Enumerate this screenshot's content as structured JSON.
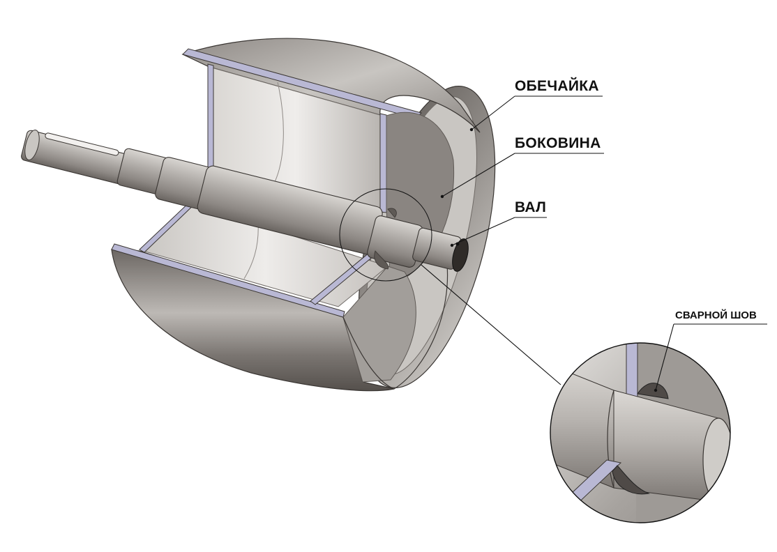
{
  "labels": {
    "shell": "ОБЕЧАЙКА",
    "side_wall": "БОКОВИНА",
    "shaft": "ВАЛ",
    "weld_seam": "СВАРНОЙ ШОВ"
  },
  "colors": {
    "steel_dark": "#6f6a66",
    "steel_mid": "#a9a5a1",
    "steel_light": "#e4e2df",
    "cut_face": "#b9b8d4",
    "leader": "#111111",
    "background": "#ffffff"
  }
}
